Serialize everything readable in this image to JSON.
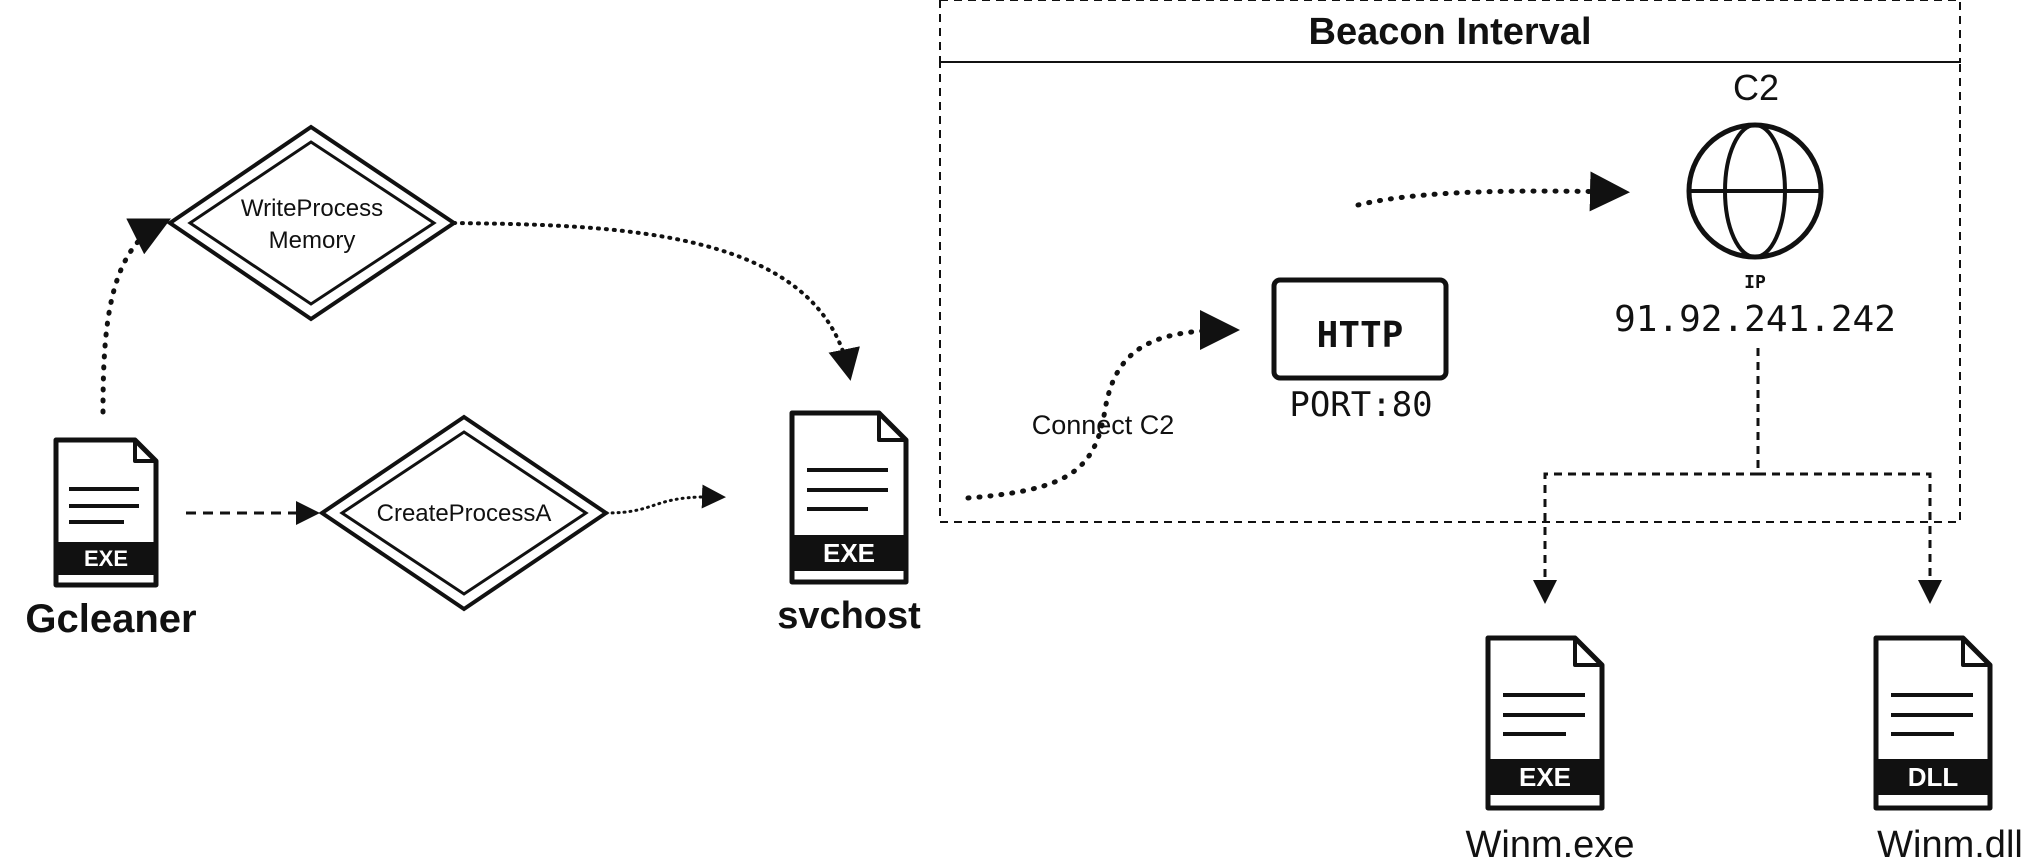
{
  "group": {
    "title": "Beacon Interval"
  },
  "nodes": {
    "gcleaner": {
      "label": "Gcleaner",
      "badge": "EXE"
    },
    "svchost": {
      "label": "svchost",
      "badge": "EXE"
    },
    "write_process_memory": {
      "line1": "WriteProcess",
      "line2": "Memory"
    },
    "create_process_a": {
      "label": "CreateProcessA"
    },
    "http": {
      "label": "HTTP",
      "port": "PORT:80"
    },
    "c2": {
      "label": "C2",
      "ip_caption": "IP",
      "ip": "91.92.241.242"
    },
    "winm_exe": {
      "label": "Winm.exe",
      "badge": "EXE"
    },
    "winm_dll": {
      "label": "Winm.dll",
      "badge": "DLL"
    }
  },
  "edges": {
    "connect_c2": {
      "label": "Connect C2"
    }
  },
  "colors": {
    "stroke": "#111111",
    "badge_fill": "#111111",
    "badge_text": "#ffffff",
    "background": "#ffffff"
  },
  "icons": {
    "file": "document-file-icon",
    "globe": "globe-icon"
  }
}
